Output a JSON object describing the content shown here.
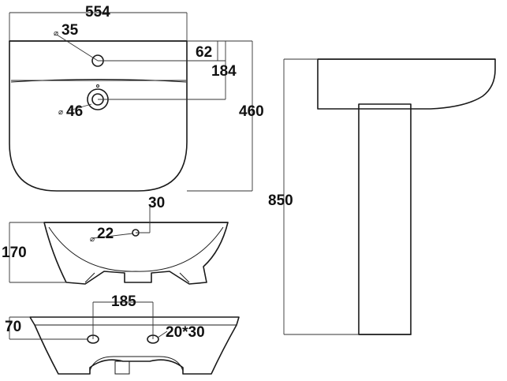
{
  "dimensions": {
    "basin_width": "554",
    "tap_hole_dia": "35",
    "tap_hole_offset": "62",
    "overflow_height": "184",
    "basin_depth": "460",
    "overflow_dia": "46",
    "total_height": "850",
    "side_tap_offset": "30",
    "waste_dia": "22",
    "basin_height": "170",
    "fixing_spacing": "185",
    "fixing_height": "70",
    "fixing_slot": "20*30"
  },
  "symbols": {
    "diameter": "⌀"
  }
}
